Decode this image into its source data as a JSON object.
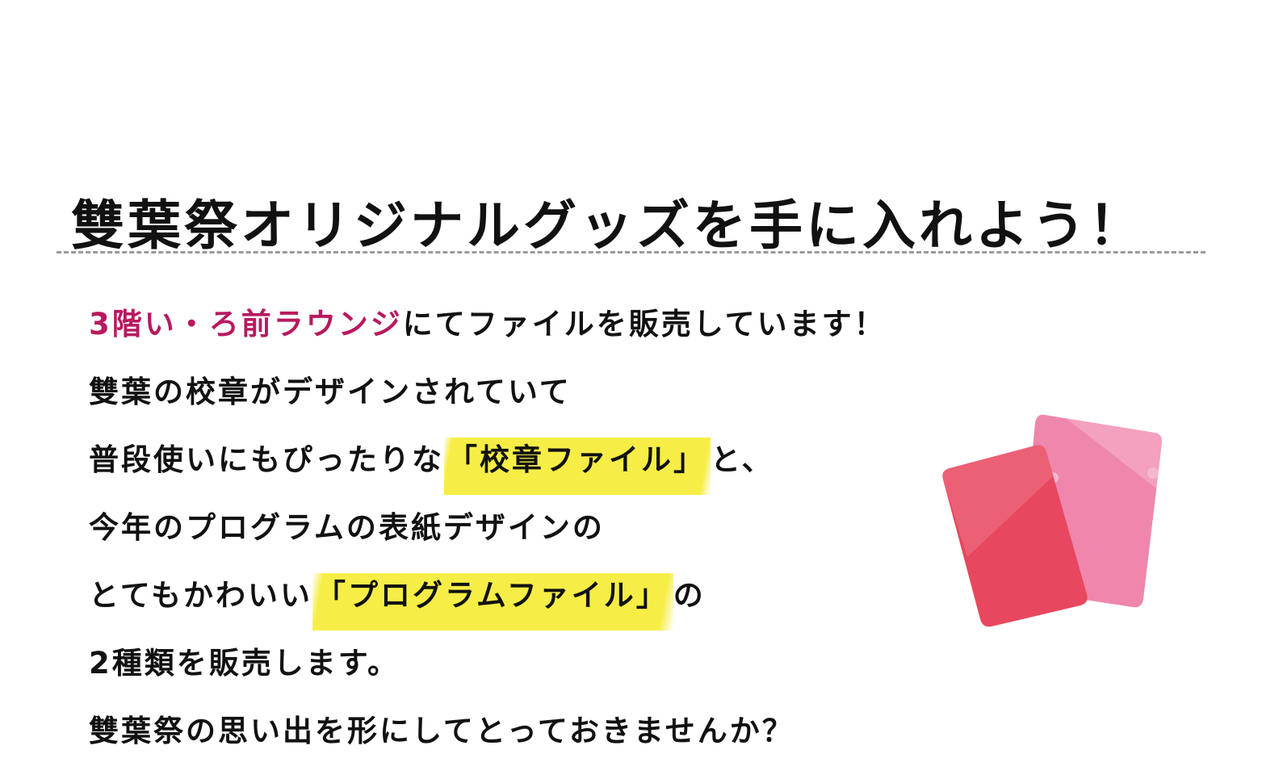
{
  "page": {
    "title": "雙葉祭オリジナルグッズを手に入れよう！"
  },
  "body": {
    "line1": {
      "location": "3階い・ろ前ラウンジ",
      "rest": "にてファイルを販売しています！"
    },
    "line2": "雙葉の校章がデザインされていて",
    "line3": {
      "before": "普段使いにもぴったりな",
      "highlight": "「校章ファイル」",
      "after": "と、"
    },
    "line4": "今年のプログラムの表紙デザインの",
    "line5": {
      "before": "とてもかわいい",
      "highlight": "「プログラムファイル」",
      "after": "の"
    },
    "line6": "2種類を販売します。",
    "line7": "雙葉祭の思い出を形にしてとっておきませんか？"
  },
  "colors": {
    "accent": "#b8195f",
    "highlight": "#f6ee46",
    "file_front": "#e8485f",
    "file_back": "#ef86ac"
  },
  "illustration": {
    "icon": "clear-files-icon"
  }
}
